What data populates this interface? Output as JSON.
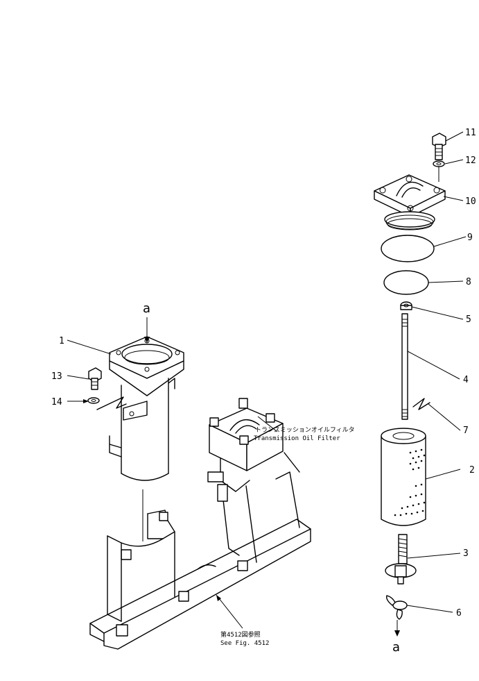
{
  "callouts": {
    "p1": "1",
    "p2": "2",
    "p3": "3",
    "p4": "4",
    "p5": "5",
    "p6": "6",
    "p7": "7",
    "p8": "8",
    "p9": "9",
    "p10": "10",
    "p11": "11",
    "p12": "12",
    "p13": "13",
    "p14": "14"
  },
  "flow_marks": {
    "top": "a",
    "bottom": "a"
  },
  "notes": {
    "filter_jp": "トランスミッションオイルフィルタ",
    "filter_en": "Transmission Oil Filter",
    "fig_jp": "第4512図参照",
    "fig_en": "See Fig. 4512"
  }
}
